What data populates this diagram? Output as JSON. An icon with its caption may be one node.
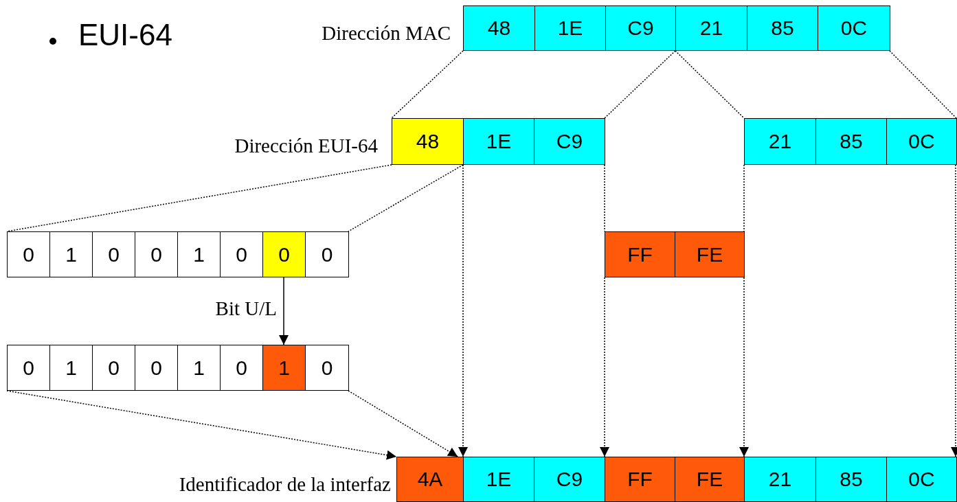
{
  "diagram": {
    "title": "EUI-64",
    "nodes": [
      {
        "text": [
          "48"
        ]
      },
      {
        "text": [
          "1E"
        ]
      },
      {
        "text": [
          "C9"
        ]
      },
      {
        "text": [
          "21"
        ]
      },
      {
        "text": [
          "85"
        ]
      },
      {
        "text": [
          "0C"
        ]
      },
      {
        "text": [
          "48"
        ]
      },
      {
        "text": [
          "1E"
        ]
      },
      {
        "text": [
          "C9"
        ]
      },
      {
        "text": [
          "21"
        ]
      },
      {
        "text": [
          "85"
        ]
      },
      {
        "text": [
          "0C"
        ]
      },
      {
        "text": [
          "0"
        ]
      },
      {
        "text": [
          "1"
        ]
      },
      {
        "text": [
          "0"
        ]
      },
      {
        "text": [
          "0"
        ]
      },
      {
        "text": [
          "1"
        ]
      },
      {
        "text": [
          "0"
        ]
      },
      {
        "text": [
          "0"
        ]
      },
      {
        "text": [
          "0"
        ]
      },
      {
        "text": [
          "FF"
        ]
      },
      {
        "text": [
          "FE"
        ]
      },
      {
        "text": [
          "0"
        ]
      },
      {
        "text": [
          "1"
        ]
      },
      {
        "text": [
          "0"
        ]
      },
      {
        "text": [
          "0"
        ]
      },
      {
        "text": [
          "1"
        ]
      },
      {
        "text": [
          "0"
        ]
      },
      {
        "text": [
          "1"
        ]
      },
      {
        "text": [
          "0"
        ]
      },
      {
        "text": [
          "4A"
        ]
      },
      {
        "text": [
          "1E"
        ]
      },
      {
        "text": [
          "C9"
        ]
      },
      {
        "text": [
          "FF"
        ]
      },
      {
        "text": [
          "FE"
        ]
      },
      {
        "text": [
          "21"
        ]
      },
      {
        "text": [
          "85"
        ]
      },
      {
        "text": [
          "0C"
        ]
      }
    ],
    "edges": [
      {
        "from": 0,
        "to": 6,
        "arrow": "none",
        "style": "dashed"
      },
      {
        "from": 2,
        "to": 8,
        "arrow": "none",
        "style": "dashed"
      },
      {
        "from": 3,
        "to": 9,
        "arrow": "none",
        "style": "dashed"
      },
      {
        "from": 5,
        "to": 11,
        "arrow": "none",
        "style": "dashed"
      },
      {
        "from": 6,
        "to": 12,
        "arrow": "none",
        "style": "dashed"
      },
      {
        "from": 6,
        "to": 19,
        "arrow": "none",
        "style": "dashed"
      },
      {
        "from": 18,
        "to": 28,
        "arrow": "to",
        "label": "Bit U/L"
      },
      {
        "from": 22,
        "to": 30,
        "arrow": "to",
        "style": "dashed"
      },
      {
        "from": 29,
        "to": 30,
        "arrow": "to",
        "style": "dashed"
      },
      {
        "from": 7,
        "to": 31,
        "arrow": "to",
        "style": "dashed"
      },
      {
        "from": 8,
        "to": 20,
        "arrow": "none",
        "style": "dashed"
      },
      {
        "from": 20,
        "to": 33,
        "arrow": "to",
        "style": "dashed"
      },
      {
        "from": 9,
        "to": 21,
        "arrow": "none",
        "style": "dashed"
      },
      {
        "from": 21,
        "to": 34,
        "arrow": "to",
        "style": "dashed"
      },
      {
        "from": 11,
        "to": 37,
        "arrow": "to",
        "style": "dashed"
      }
    ],
    "labels": [
      "Dirección MAC",
      "Dirección EUI-64",
      "Identificador de la interfaz"
    ]
  }
}
